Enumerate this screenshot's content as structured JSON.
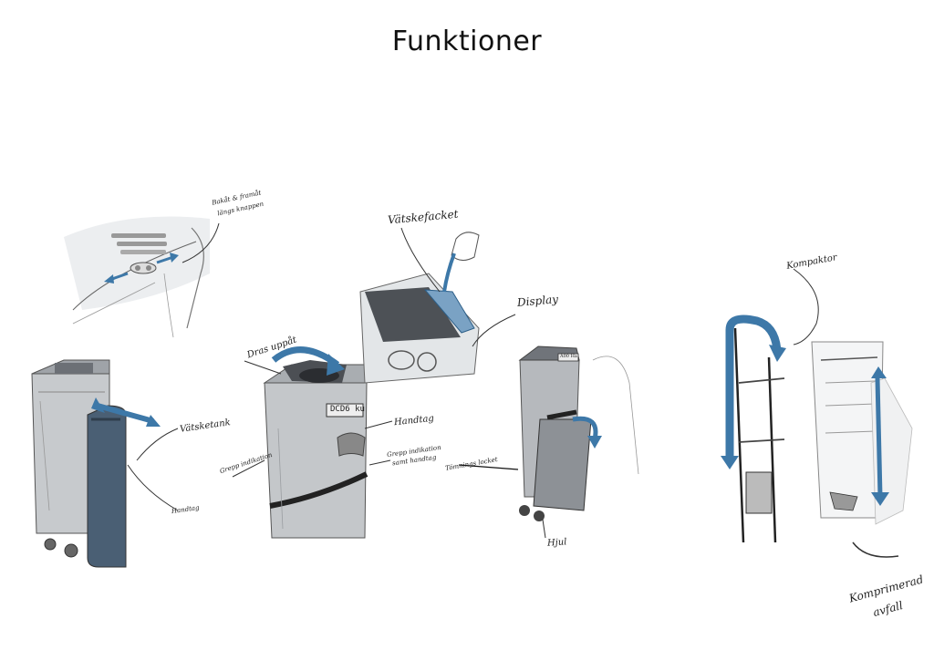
{
  "title": "Funktioner",
  "colors": {
    "accent": "#3d78a8",
    "ink": "#222222",
    "body_gray": "#b9bcc0",
    "dark": "#3a3c40"
  },
  "labels": {
    "buttons_top": "Bakåt & framåt",
    "buttons_bottom": "längs knappen",
    "vatskefacket": "Vätskefacket",
    "display": "Display",
    "dras_uppat": "Dras uppåt",
    "vatsketank": "Vätsketank",
    "handtag_left": "Handtag",
    "handtag_center": "Handtag",
    "grepp_indikation": "Grepp indikation",
    "grepp_handtag_1": "Grepp indikation",
    "grepp_handtag_2": "samt handtag",
    "tomnings_locket": "Tömnings locket",
    "hjul": "Hjul",
    "kompaktor": "Kompaktor",
    "komprimerad_1": "Komprimerad",
    "komprimerad_2": "avfall",
    "display_text": "DCD6 ku",
    "label_tag": "Ä00 Ha"
  }
}
